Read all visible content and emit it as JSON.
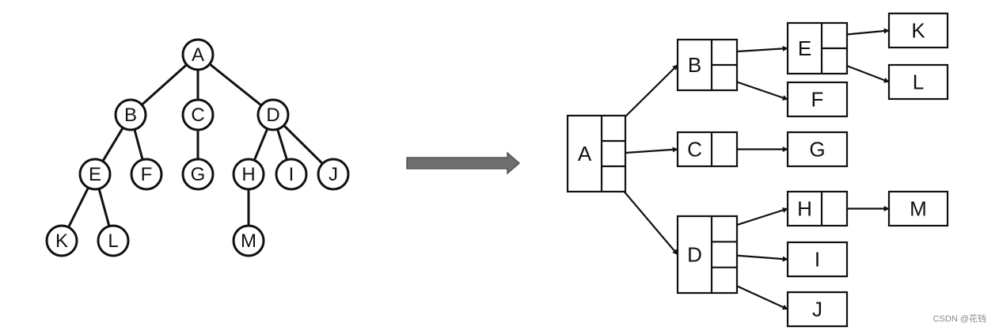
{
  "colors": {
    "stroke": "#111111",
    "background": "#ffffff",
    "arrow_fill": "#6f6f6f",
    "arrow_edge": "#555555",
    "watermark": "#888888"
  },
  "tree": {
    "nodes": [
      "A",
      "B",
      "C",
      "D",
      "E",
      "F",
      "G",
      "H",
      "I",
      "J",
      "K",
      "L",
      "M"
    ],
    "edges": [
      [
        "A",
        "B"
      ],
      [
        "A",
        "C"
      ],
      [
        "A",
        "D"
      ],
      [
        "B",
        "E"
      ],
      [
        "B",
        "F"
      ],
      [
        "C",
        "G"
      ],
      [
        "D",
        "H"
      ],
      [
        "D",
        "I"
      ],
      [
        "D",
        "J"
      ],
      [
        "E",
        "K"
      ],
      [
        "E",
        "L"
      ],
      [
        "H",
        "M"
      ]
    ]
  },
  "transform_arrow": {
    "icon": "right-arrow-icon"
  },
  "child_list": {
    "nodes": [
      {
        "label": "A",
        "children": [
          "B",
          "C",
          "D"
        ]
      },
      {
        "label": "B",
        "children": [
          "E",
          "F"
        ]
      },
      {
        "label": "C",
        "children": [
          "G"
        ]
      },
      {
        "label": "D",
        "children": [
          "H",
          "I",
          "J"
        ]
      },
      {
        "label": "E",
        "children": [
          "K",
          "L"
        ]
      },
      {
        "label": "H",
        "children": [
          "M"
        ]
      },
      {
        "label": "F",
        "children": []
      },
      {
        "label": "G",
        "children": []
      },
      {
        "label": "I",
        "children": []
      },
      {
        "label": "J",
        "children": []
      },
      {
        "label": "K",
        "children": []
      },
      {
        "label": "L",
        "children": []
      },
      {
        "label": "M",
        "children": []
      }
    ]
  },
  "watermark": {
    "text": "CSDN @花铛"
  }
}
